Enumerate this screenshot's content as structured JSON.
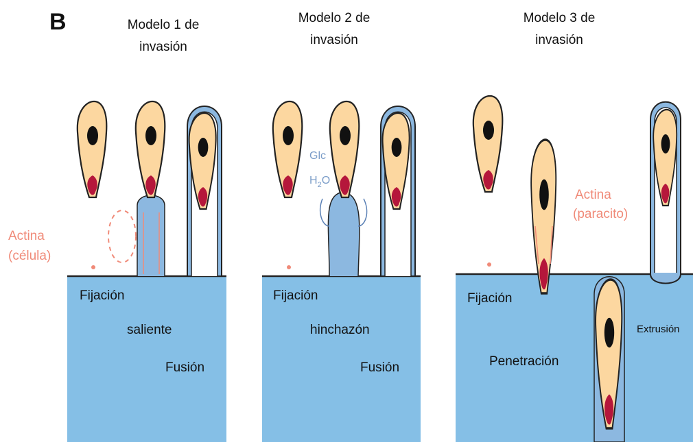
{
  "figure": {
    "panel_letter": "B",
    "panels": [
      {
        "title_line1": "Modelo 1 de",
        "title_line2": "invasión",
        "label_attach": "Fijación",
        "label_step2": "saliente",
        "label_step3": "Fusión",
        "actin_line1": "Actina",
        "actin_line2": "(célula)"
      },
      {
        "title_line1": "Modelo 2 de",
        "title_line2": "invasión",
        "label_attach": "Fijación",
        "label_step2": "hinchazón",
        "label_step3": "Fusión",
        "glc": "Glc",
        "h2o": "H",
        "h2o_sub": "2",
        "h2o_end": "O"
      },
      {
        "title_line1": "Modelo 3 de",
        "title_line2": "invasión",
        "label_attach": "Fijación",
        "label_step2": "Penetración",
        "label_step3": "Extrusión",
        "actin_line1": "Actina",
        "actin_line2": "(paracito)"
      }
    ]
  },
  "colors": {
    "host_cell": "#85bfe6",
    "parasite_body": "#fcd7a0",
    "parasite_outline": "#222222",
    "nucleus": "#111111",
    "apicoplast": "#b5173b",
    "vacuole_blue": "#8cb8e0",
    "actin_red": "#f08a78"
  }
}
